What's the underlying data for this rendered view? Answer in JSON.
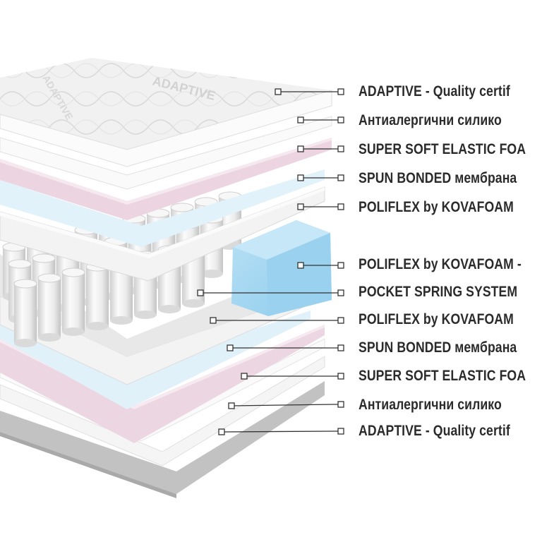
{
  "labels": [
    "ADAPTIVE - Quality certif",
    "Антиалергични силико",
    "SUPER SOFT ELASTIC FOA",
    "SPUN BONDED мембрана",
    "POLIFLEX by KOVAFOAM",
    "POLIFLEX by KOVAFOAM -",
    "POCKET SPRING SYSTEM",
    "POLIFLEX by KOVAFOAM",
    "SPUN BONDED мембрана",
    "SUPER SOFT ELASTIC FOA",
    "Антиалергични силико",
    "ADAPTIVE - Quality certif"
  ],
  "fabric_text": "ADAPTIVE",
  "colors": {
    "quilt": "#f4f4f4",
    "pink": "#ecd9e3",
    "light_blue": "#dff0f8",
    "white_foam": "#f2f2f2",
    "blue_block": "#9fd3ee",
    "spring": "#ececec",
    "base_gray": "#bcbcbc",
    "leader_line": "#333333",
    "label_text": "#2b2b2b"
  }
}
